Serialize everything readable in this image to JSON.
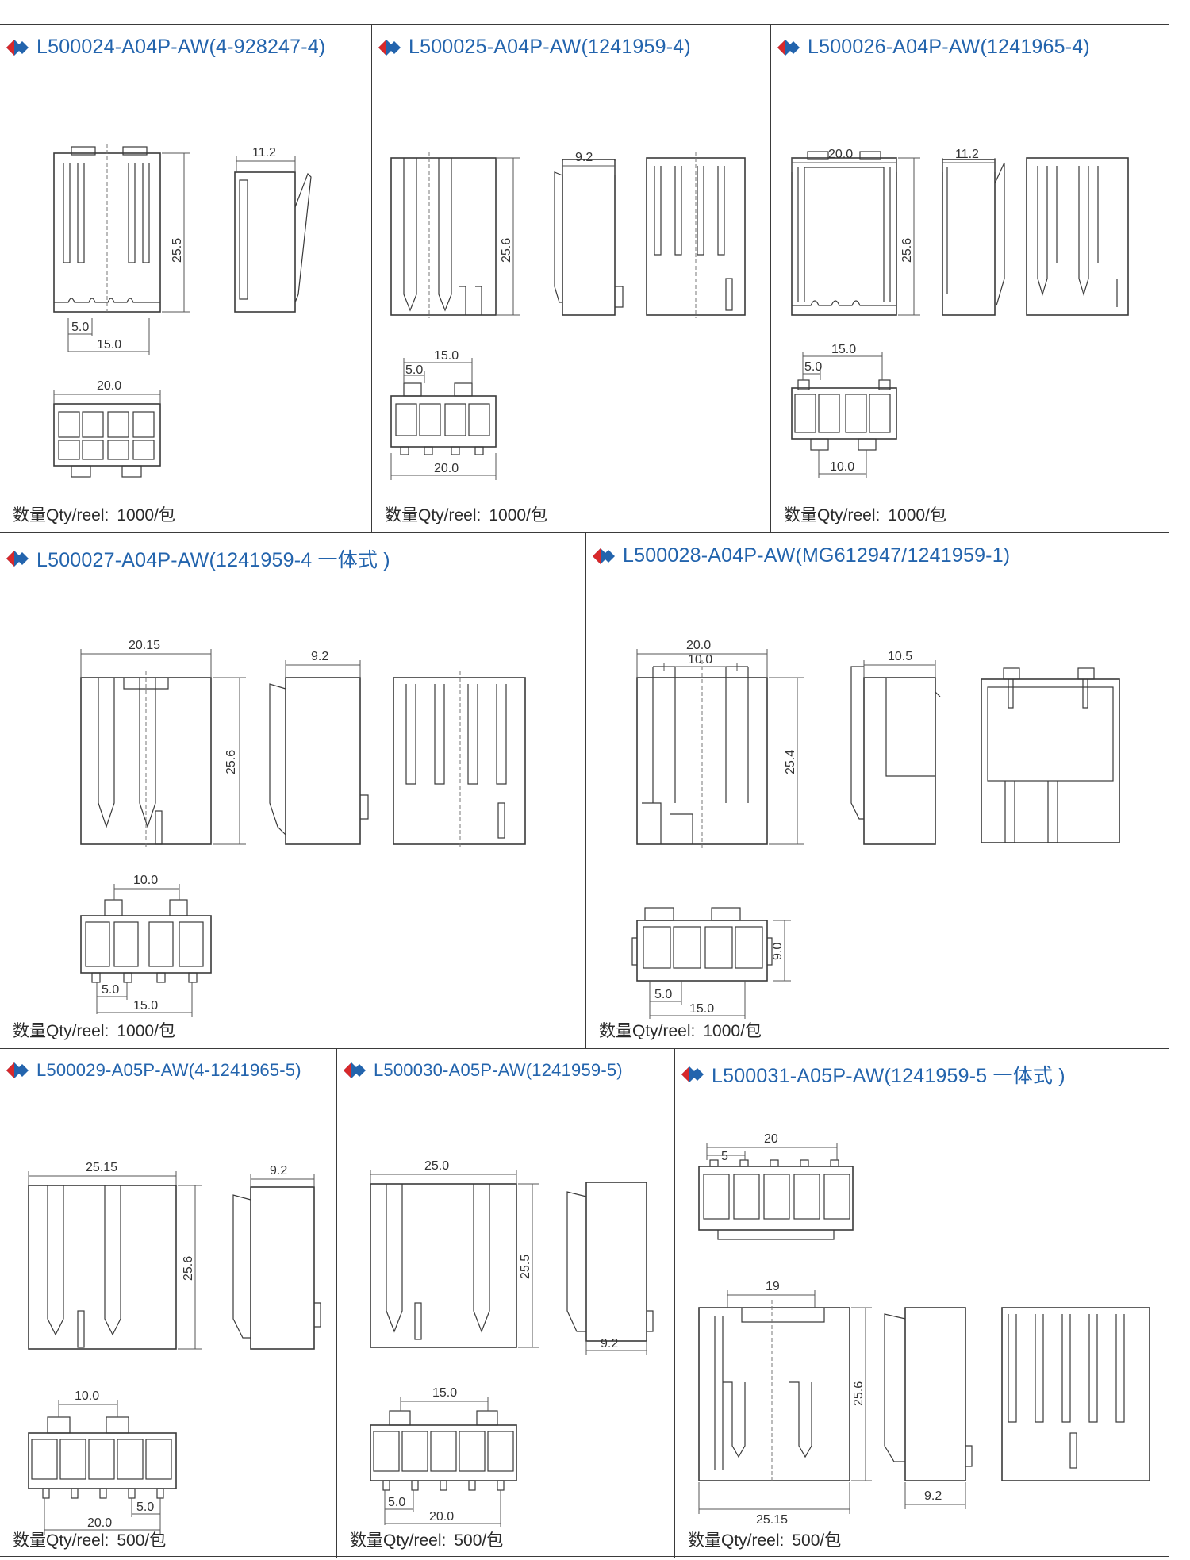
{
  "colors": {
    "title": "#2364ad",
    "bullet_red": "#d8282a",
    "bullet_blue": "#2364ad",
    "line": "#3a3a3a"
  },
  "bullet_icon": "diamond-icon",
  "cells": [
    {
      "title": "L500024-A04P-AW(4-928247-4)",
      "qty_label": "数量Qty/reel:",
      "qty_value": "1000/包",
      "dims": [
        "11.2",
        "25.5",
        "5.0",
        "15.0",
        "20.0"
      ]
    },
    {
      "title": "L500025-A04P-AW(1241959-4)",
      "qty_label": "数量Qty/reel:",
      "qty_value": "1000/包",
      "dims": [
        "9.2",
        "25.6",
        "15.0",
        "5.0",
        "20.0"
      ]
    },
    {
      "title": "L500026-A04P-AW(1241965-4)",
      "qty_label": "数量Qty/reel:",
      "qty_value": "1000/包",
      "dims": [
        "20.0",
        "11.2",
        "25.6",
        "15.0",
        "5.0",
        "10.0"
      ]
    },
    {
      "title": "L500027-A04P-AW(1241959-4 一体式 )",
      "qty_label": "数量Qty/reel:",
      "qty_value": "1000/包",
      "dims": [
        "20.15",
        "9.2",
        "25.6",
        "10.0",
        "5.0",
        "15.0"
      ]
    },
    {
      "title": "L500028-A04P-AW(MG612947/1241959-1)",
      "qty_label": "数量Qty/reel:",
      "qty_value": "1000/包",
      "dims": [
        "20.0",
        "10.0",
        "10.5",
        "25.4",
        "9.0",
        "5.0",
        "15.0"
      ]
    },
    {
      "title": "L500029-A05P-AW(4-1241965-5)",
      "qty_label": "数量Qty/reel:",
      "qty_value": "500/包",
      "dims": [
        "25.15",
        "9.2",
        "25.6",
        "10.0",
        "5.0",
        "20.0"
      ]
    },
    {
      "title": "L500030-A05P-AW(1241959-5)",
      "qty_label": "数量Qty/reel:",
      "qty_value": "500/包",
      "dims": [
        "25.0",
        "25.5",
        "9.2",
        "15.0",
        "5.0",
        "20.0"
      ]
    },
    {
      "title": "L500031-A05P-AW(1241959-5 一体式 )",
      "qty_label": "数量Qty/reel:",
      "qty_value": "500/包",
      "dims": [
        "20",
        "5",
        "19",
        "25.6",
        "25.15",
        "9.2"
      ]
    }
  ]
}
